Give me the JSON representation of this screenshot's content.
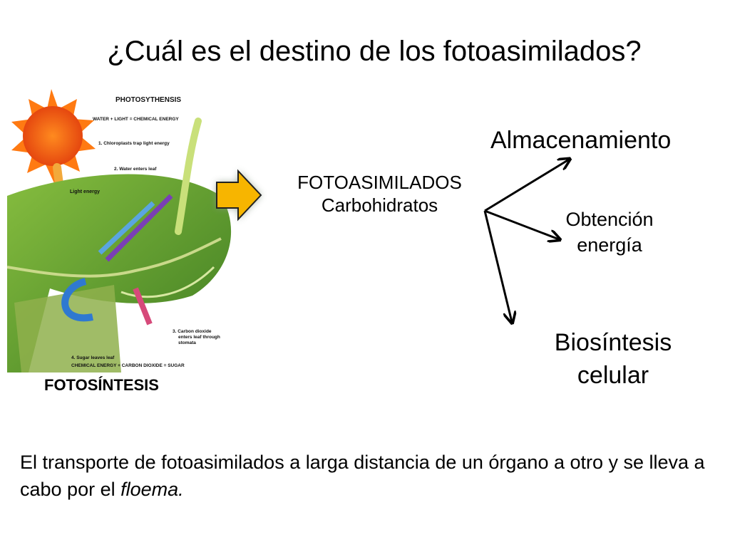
{
  "slide": {
    "title": "¿Cuál es el destino de los fotoasimilados?",
    "caption": "FOTOSÍNTESIS",
    "illustration": {
      "heading": "PHOTOSYTHENSIS",
      "equation_top": "WATER + LIGHT = CHEMICAL ENERGY",
      "step1": "1. Chloroplasts trap light energy",
      "step2": "2. Water enters leaf",
      "light_label": "Light energy",
      "step3_line1": "3. Carbon dioxide",
      "step3_line2": "enters leaf through",
      "step3_line3": "stomata",
      "step4": "4. Sugar leaves leaf",
      "equation_bottom": "CHEMICAL ENERGY + CARBON DIOXIDE = SUGAR",
      "icons": [
        "sun-icon",
        "leaf-icon"
      ]
    },
    "centre": {
      "line1": "FOTOASIMILADOS",
      "line2": "Carbohidratos"
    },
    "destinations": {
      "almacenamiento": "Almacenamiento",
      "obtencion_line1": "Obtención",
      "obtencion_line2": "energía",
      "biosintesis_line1": "Biosíntesis",
      "biosintesis_line2": "celular"
    },
    "footer": {
      "text_before": "El transporte de fotoasimilados a larga distancia de un órgano a otro y se lleva a cabo por el ",
      "text_italic": "floema."
    },
    "colors": {
      "arrow_fill": "#f7b500",
      "leaf_green": "#5f9b2e",
      "sun_orange": "#f06a17"
    }
  }
}
